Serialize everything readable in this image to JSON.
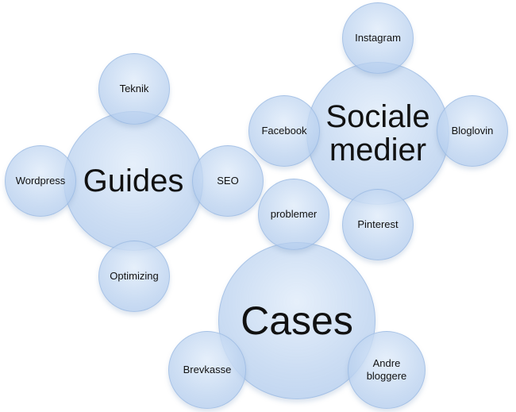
{
  "clusters": {
    "guides": {
      "hub": "Guides",
      "satellites": {
        "top": "Teknik",
        "left": "Wordpress",
        "right": "SEO",
        "bottom": "Optimizing"
      }
    },
    "sociale": {
      "hub": "Sociale\nmedier",
      "satellites": {
        "top": "Instagram",
        "left": "Facebook",
        "right": "Bloglovin",
        "bottom": "Pinterest"
      }
    },
    "cases": {
      "hub": "Cases",
      "satellites": {
        "top": "problemer",
        "left": "Brevkasse",
        "right": "Andre\nbloggere"
      }
    }
  },
  "colors": {
    "bubble_fill": "#bcd3ef",
    "bubble_border": "#8cafdc",
    "text": "#111111"
  }
}
